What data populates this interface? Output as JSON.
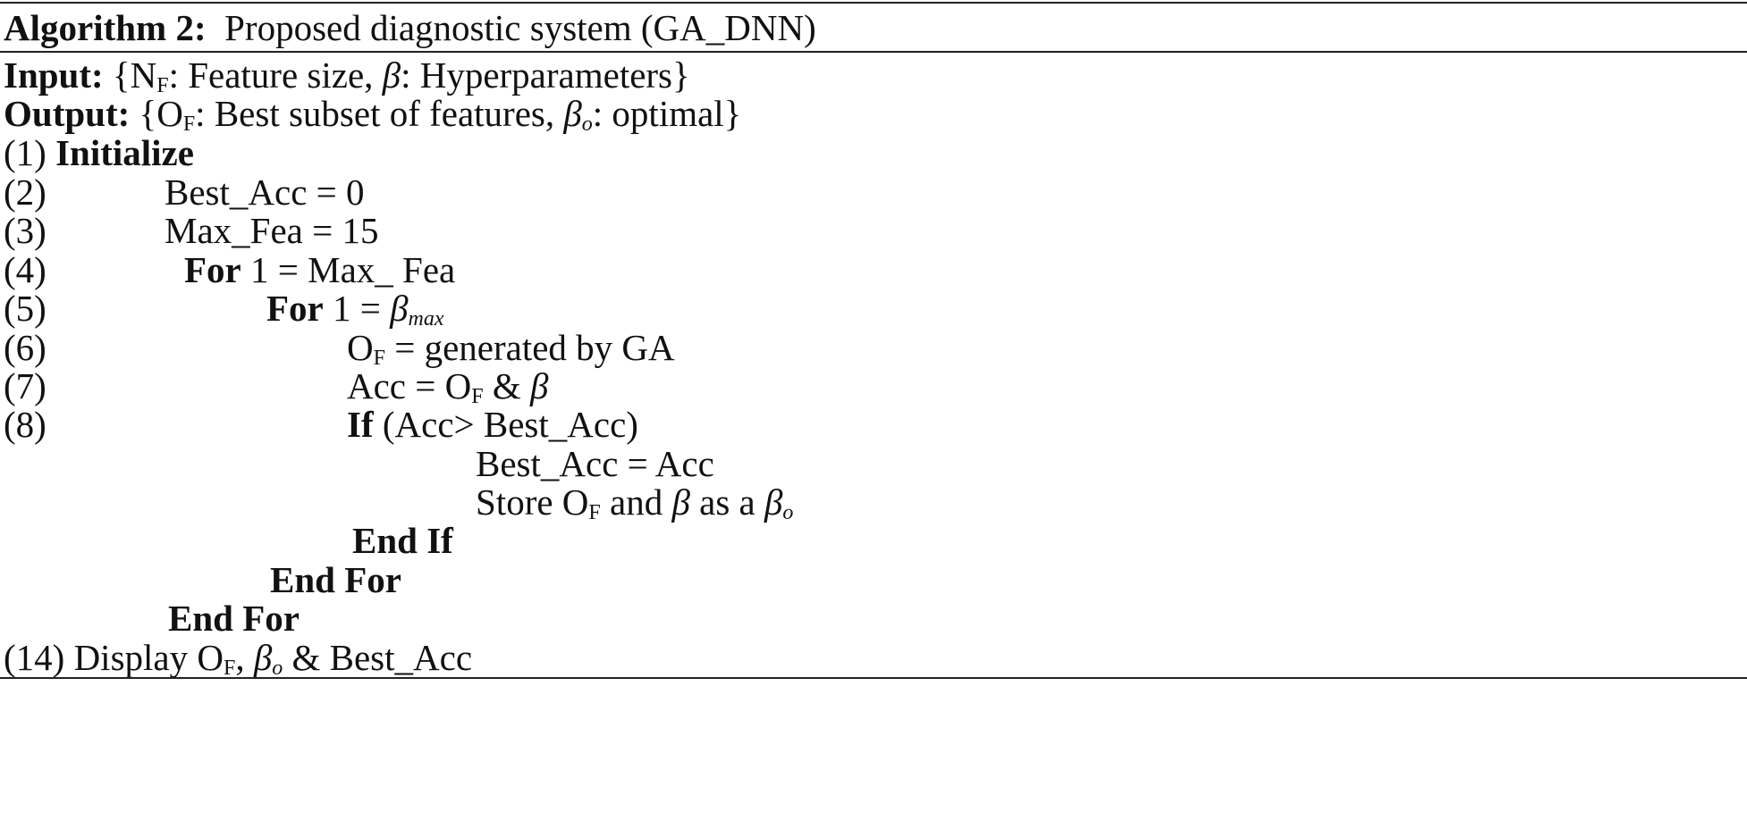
{
  "algorithm": {
    "label": "Algorithm 2:",
    "title": "Proposed diagnostic system (GA_DNN)"
  },
  "io": {
    "input_label": "Input:",
    "input_open": "{N",
    "input_sub": "F",
    "input_mid": ": Feature size, ",
    "input_beta": "β",
    "input_end": ": Hyperparameters}",
    "output_label": "Output:",
    "output_open": "{O",
    "output_sub": "F",
    "output_mid": ": Best subset of features, ",
    "output_beta": "β",
    "output_beta_sub": "o",
    "output_end": ": optimal}"
  },
  "steps": {
    "s1_num": "(1)",
    "s1_kw": "Initialize",
    "s2_num": "(2)",
    "s2_text": "Best_Acc = 0",
    "s3_num": "(3)",
    "s3_text": "Max_Fea = 15",
    "s4_num": "(4)",
    "s4_kw": "For",
    "s4_text": " 1 = Max_ Fea",
    "s5_num": "(5)",
    "s5_kw": "For",
    "s5_text": " 1 = ",
    "s5_beta": "β",
    "s5_sub": "max",
    "s6_num": "(6)",
    "s6_o": "O",
    "s6_sub": "F",
    "s6_text": " = generated by GA",
    "s7_num": "(7)",
    "s7_text": "Acc = O",
    "s7_sub": "F",
    "s7_amp": " & ",
    "s7_beta": "β",
    "s8_num": "(8)",
    "s8_kw": "If",
    "s8_text": " (Acc> Best_Acc)",
    "s9_text": "Best_Acc = Acc",
    "s10_pre": "Store O",
    "s10_sub": "F",
    "s10_mid": " and ",
    "s10_beta": "β",
    "s10_as": " as a ",
    "s10_beta2": "β",
    "s10_beta2_sub": "o",
    "s11_kw": "End If",
    "s12_kw": "End For",
    "s13_kw": "End For",
    "s14_num": "(14)",
    "s14_pre": " Display O",
    "s14_sub": "F",
    "s14_comma": ", ",
    "s14_beta": "β",
    "s14_beta_sub": "o",
    "s14_end": " & Best_Acc"
  }
}
